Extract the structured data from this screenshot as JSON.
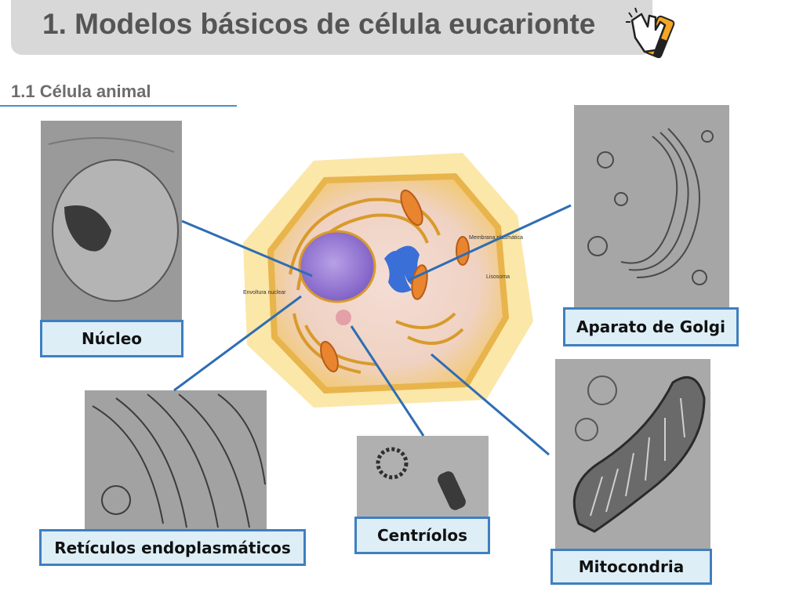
{
  "header": {
    "title": "1. Modelos básicos de célula eucarionte",
    "subtitle": "1.1 Célula animal"
  },
  "labels": {
    "nucleo": "Núcleo",
    "golgi": "Aparato de Golgi",
    "reticulos": "Retículos endoplasmáticos",
    "centriolos": "Centríolos",
    "mitocondria": "Mitocondria"
  },
  "cell_diagram": {
    "membrana": "Membrana plasmática",
    "lisosoma": "Lisosoma",
    "envoltura": "Envoltura nuclear"
  },
  "colors": {
    "title_bar": "#d8d8d8",
    "accent_blue": "#2e6db3",
    "label_fill": "#ddeef7",
    "label_border": "#3f7fbf",
    "hand_icon_orange": "#f5a623"
  },
  "icons": [
    "pointing-hand-icon",
    "exclamation-icon"
  ]
}
